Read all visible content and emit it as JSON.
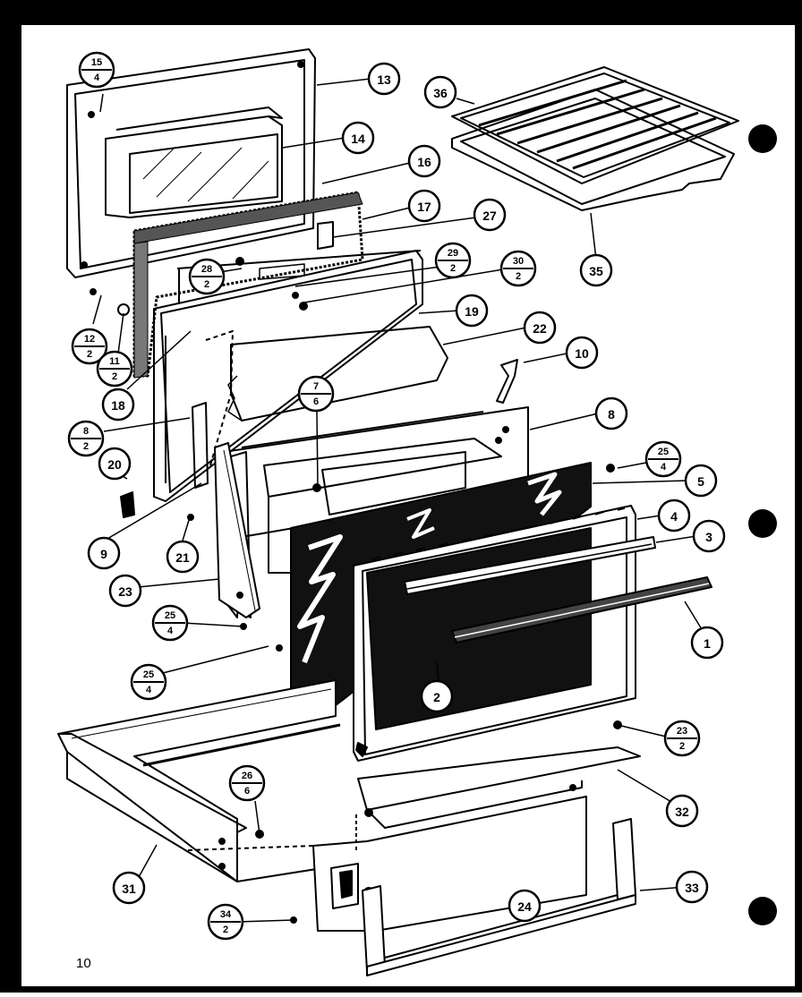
{
  "page": {
    "number": "10"
  },
  "diagram": {
    "colors": {
      "ink": "#000000",
      "paper": "#ffffff",
      "glass": "#111111"
    },
    "callouts": [
      {
        "id": "c13",
        "label": "13",
        "shape": "circle"
      },
      {
        "id": "c14",
        "label": "14",
        "shape": "circle"
      },
      {
        "id": "c16",
        "label": "16",
        "shape": "circle"
      },
      {
        "id": "c17",
        "label": "17",
        "shape": "circle"
      },
      {
        "id": "c27",
        "label": "27",
        "shape": "circle"
      },
      {
        "id": "c19",
        "label": "19",
        "shape": "circle"
      },
      {
        "id": "c22",
        "label": "22",
        "shape": "circle"
      },
      {
        "id": "c10",
        "label": "10",
        "shape": "circle"
      },
      {
        "id": "c8",
        "label": "8",
        "shape": "circle"
      },
      {
        "id": "c5",
        "label": "5",
        "shape": "circle"
      },
      {
        "id": "c4",
        "label": "4",
        "shape": "circle"
      },
      {
        "id": "c3",
        "label": "3",
        "shape": "circle"
      },
      {
        "id": "c1",
        "label": "1",
        "shape": "circle"
      },
      {
        "id": "c2",
        "label": "2",
        "shape": "circle"
      },
      {
        "id": "c36",
        "label": "36",
        "shape": "circle"
      },
      {
        "id": "c35",
        "label": "35",
        "shape": "circle"
      },
      {
        "id": "c18",
        "label": "18",
        "shape": "circle"
      },
      {
        "id": "c20",
        "label": "20",
        "shape": "circle"
      },
      {
        "id": "c9",
        "label": "9",
        "shape": "circle"
      },
      {
        "id": "c21",
        "label": "21",
        "shape": "circle"
      },
      {
        "id": "c23",
        "label": "23",
        "shape": "circle"
      },
      {
        "id": "c32",
        "label": "32",
        "shape": "circle"
      },
      {
        "id": "c33",
        "label": "33",
        "shape": "circle"
      },
      {
        "id": "c31",
        "label": "31",
        "shape": "circle"
      },
      {
        "id": "c24",
        "label": "24",
        "shape": "circle"
      },
      {
        "id": "f15_4",
        "top": "15",
        "bottom": "4",
        "shape": "fraction"
      },
      {
        "id": "f28_2",
        "top": "28",
        "bottom": "2",
        "shape": "fraction"
      },
      {
        "id": "f29_2",
        "top": "29",
        "bottom": "2",
        "shape": "fraction"
      },
      {
        "id": "f30_2",
        "top": "30",
        "bottom": "2",
        "shape": "fraction"
      },
      {
        "id": "f12_2",
        "top": "12",
        "bottom": "2",
        "shape": "fraction"
      },
      {
        "id": "f11_2",
        "top": "11",
        "bottom": "2",
        "shape": "fraction"
      },
      {
        "id": "f7_6",
        "top": "7",
        "bottom": "6",
        "shape": "fraction"
      },
      {
        "id": "f8_2",
        "top": "8",
        "bottom": "2",
        "shape": "fraction"
      },
      {
        "id": "f25_4a",
        "top": "25",
        "bottom": "4",
        "shape": "fraction"
      },
      {
        "id": "f25_4b",
        "top": "25",
        "bottom": "4",
        "shape": "fraction"
      },
      {
        "id": "f25_4c",
        "top": "25",
        "bottom": "4",
        "shape": "fraction"
      },
      {
        "id": "f23_2",
        "top": "23",
        "bottom": "2",
        "shape": "fraction"
      },
      {
        "id": "f26_6",
        "top": "26",
        "bottom": "6",
        "shape": "fraction"
      },
      {
        "id": "f34_2",
        "top": "34",
        "bottom": "2",
        "shape": "fraction"
      }
    ]
  }
}
